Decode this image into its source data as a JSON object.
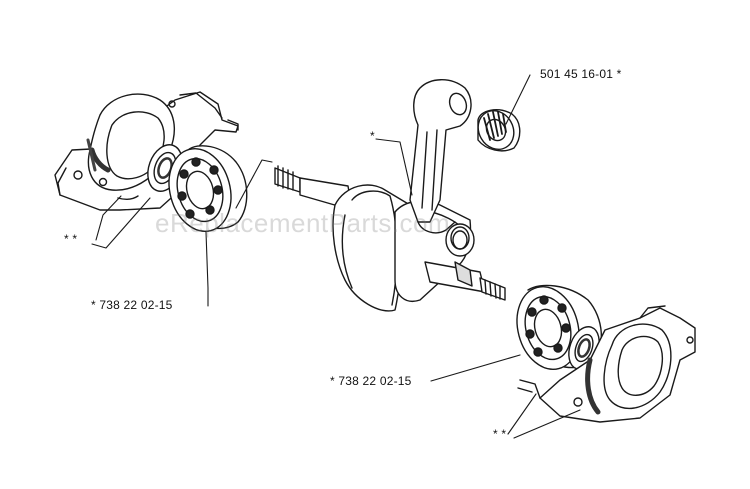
{
  "watermark": "eReplacementParts.com",
  "labels": {
    "part_needle_bearing": "501 45 16-01  *",
    "part_bearing_left": "*  738 22 02-15",
    "part_bearing_right": "*  738 22 02-15",
    "mark_crankshaft": "*",
    "mark_housing_left": "* *",
    "mark_housing_right": "* *"
  },
  "colors": {
    "line": "#1a1a1a",
    "background": "#ffffff"
  }
}
